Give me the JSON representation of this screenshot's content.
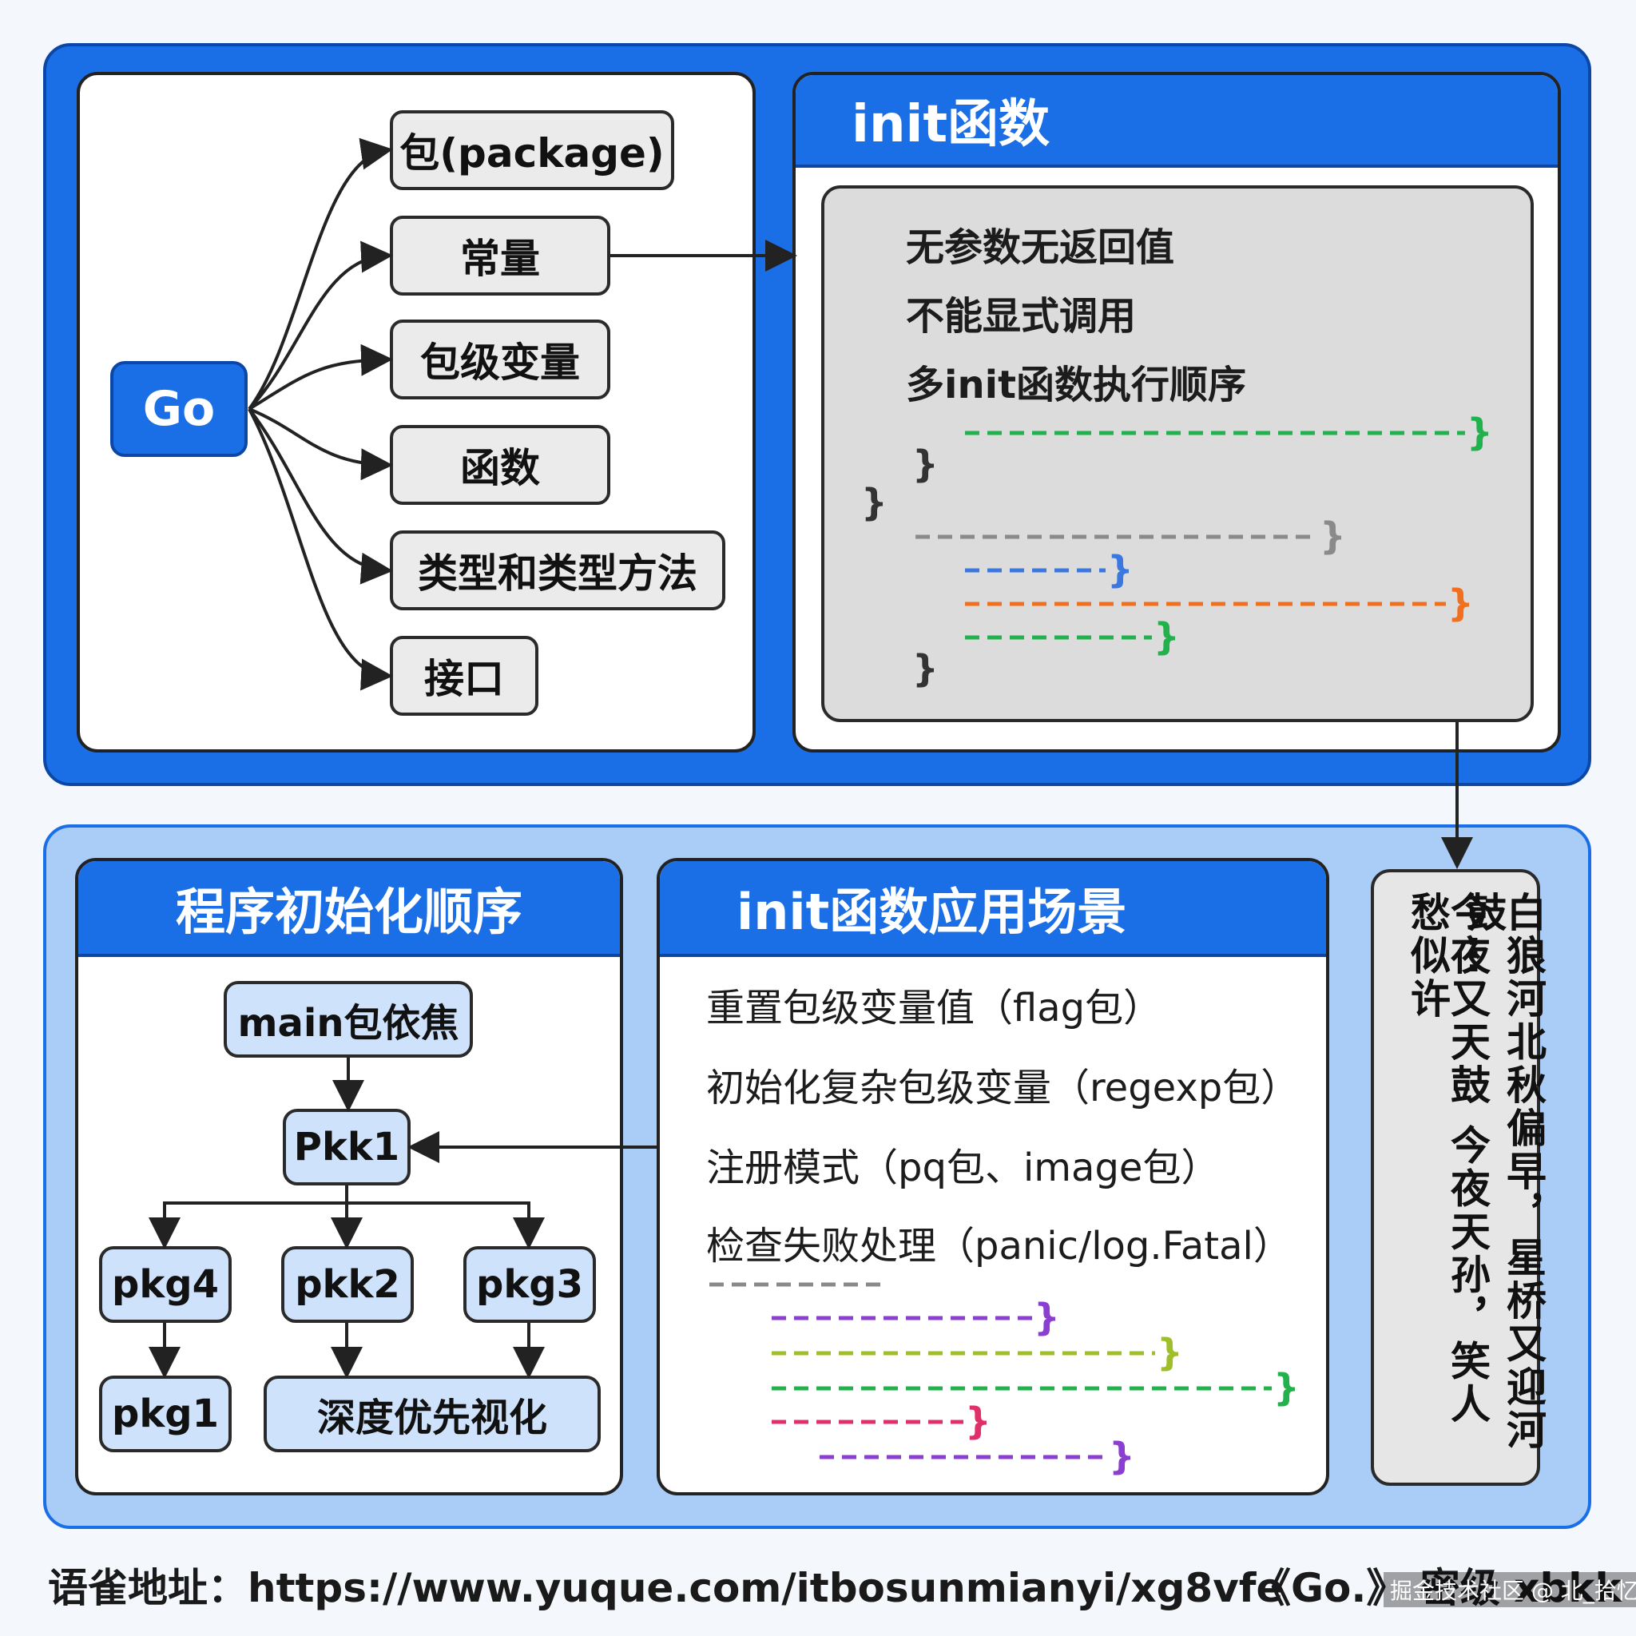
{
  "go_map": {
    "root": "Go",
    "items": [
      "包(package)",
      "常量",
      "包级变量",
      "函数",
      "类型和类型方法",
      "接口"
    ]
  },
  "init_panel": {
    "title": "init函数",
    "lines": [
      "无参数无返回值",
      "不能显式调用",
      "多init函数执行顺序"
    ],
    "braces": [
      "}",
      "}",
      "}",
      "}",
      "}",
      "}",
      "}",
      "}"
    ]
  },
  "order_panel": {
    "title": "程序初始化顺序",
    "nodes": {
      "main": "main包依焦",
      "pkk1": "Pkk1",
      "pkg4": "pkg4",
      "pkk2": "pkk2",
      "pkg3": "pkg3",
      "pkg1": "pkg1",
      "dfs": "深度优先视化"
    }
  },
  "usage_panel": {
    "title": "init函数应用场景",
    "items": [
      "重置包级变量值（flag包）",
      "初始化复杂包级变量（regexp包）",
      "注册模式（pq包、image包）",
      "检查失败处理（panic/log.Fatal）"
    ],
    "braces": [
      "}",
      "}",
      "}",
      "}",
      "}"
    ]
  },
  "poem": {
    "col_right": "白狼河北秋偏早，星桥又迎河鼓…",
    "col_left": "今夜又天鼓 今夜天孙，笑人愁似许"
  },
  "footer": {
    "address": "语雀地址：https://www.yuque.com/itbosunmianyi/xg8vfe",
    "book": "《Go.》 密级  xbkk",
    "watermark": "掘金技术社区 @ 北_拾忆"
  },
  "colors": {
    "primary": "#1b6fe6",
    "light_panel": "#a9cdf7",
    "dash_green": "#22b14c",
    "dash_gray": "#8a8a8a",
    "dash_blue": "#3a78e0",
    "dash_orange": "#f07020",
    "dash_purple": "#8a3fd0",
    "dash_olive": "#9fbf2a",
    "dash_pink": "#e0306a"
  }
}
